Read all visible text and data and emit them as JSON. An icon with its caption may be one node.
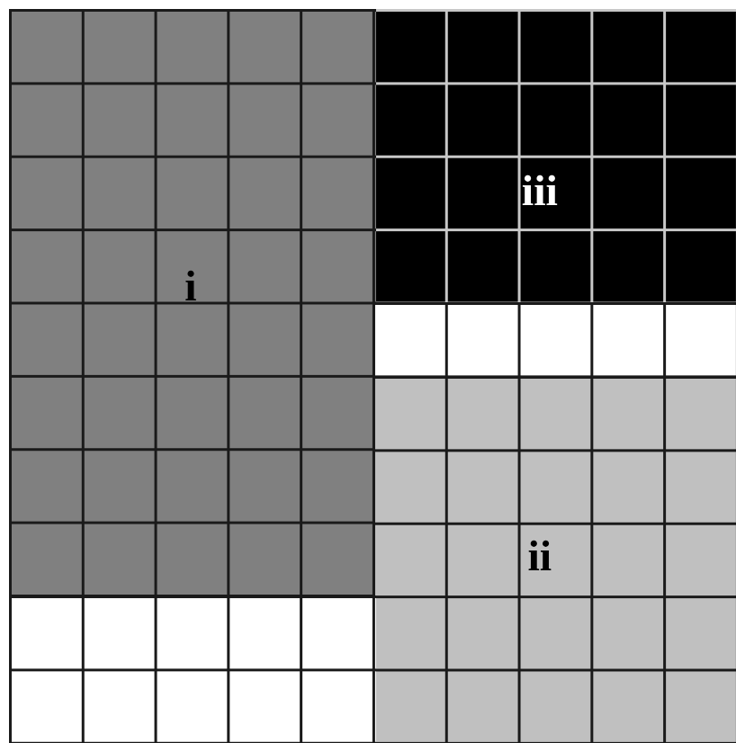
{
  "diagram": {
    "nodes": [
      {
        "text": [
          "iii"
        ]
      },
      {
        "text": [
          "i"
        ]
      },
      {
        "text": [
          "ii"
        ]
      },
      {
        "text": [],
        "shape": "box"
      },
      {
        "text": [],
        "shape": "box"
      }
    ]
  }
}
